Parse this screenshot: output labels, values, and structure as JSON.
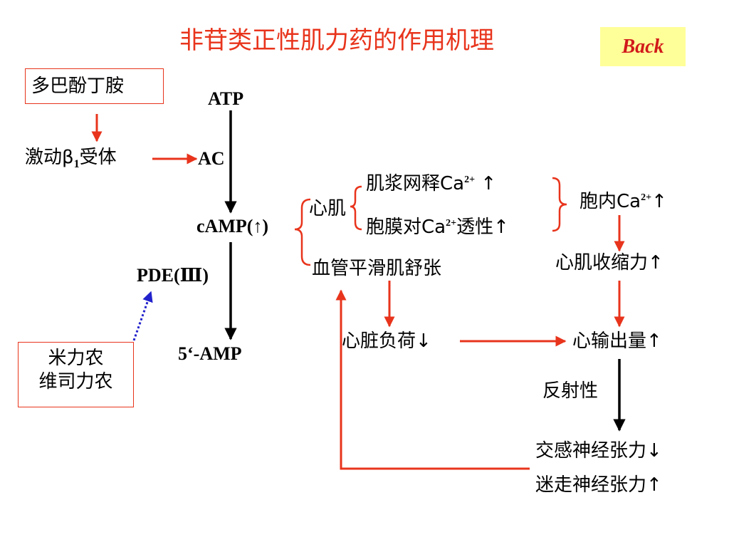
{
  "title": "非苷类正性肌力药的作用机理",
  "back_label": "Back",
  "dopamine_box": "多巴酚丁胺",
  "beta1": {
    "prefix": "激动β",
    "sub": "1",
    "suffix": "受体"
  },
  "atp": "ATP",
  "ac": "AC",
  "camp": "cAMP(↑)",
  "pde": "PDE(Ⅲ)",
  "amp5": "5‘-AMP",
  "inhibitors": {
    "line1": "米力农",
    "line2": "维司力农"
  },
  "myocardium": "心肌",
  "sr_release": {
    "text": "肌浆网释Ca",
    "sup": "2+",
    "arrow": " ↑"
  },
  "membrane_perm": {
    "pre": "胞膜对Ca",
    "sup": "2+",
    "post": "透性↑"
  },
  "intracellular_ca": {
    "pre": "胞内Ca",
    "sup": "2+",
    "arrow": "↑"
  },
  "vascular_relax": "血管平滑肌舒张",
  "contractility": "心肌收缩力↑",
  "cardiac_load": "心脏负荷↓",
  "cardiac_output": "心输出量↑",
  "reflex": "反射性",
  "sympathetic": "交感神经张力↓",
  "vagal": "迷走神经张力↑",
  "colors": {
    "red": "#e8341c",
    "blue": "#2222cc",
    "black": "#000000",
    "back_bg": "#ffff99"
  }
}
